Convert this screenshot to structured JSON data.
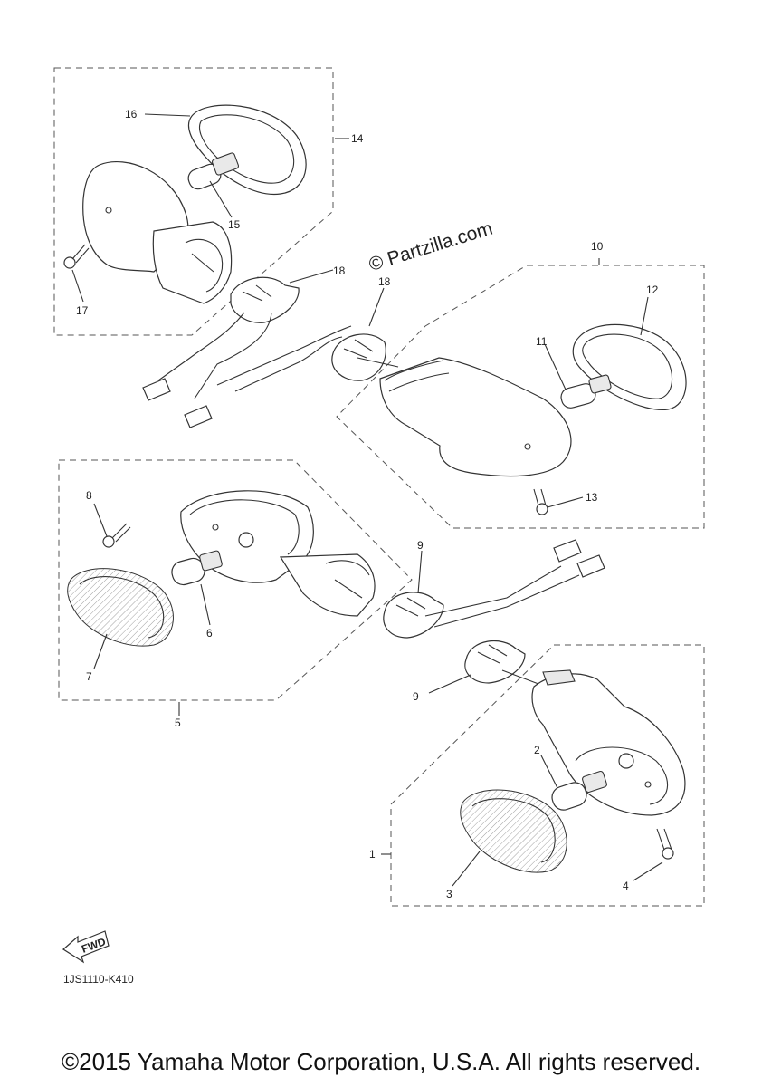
{
  "diagram": {
    "callouts": {
      "c1": "1",
      "c2": "2",
      "c3": "3",
      "c4": "4",
      "c5": "5",
      "c6": "6",
      "c7": "7",
      "c8": "8",
      "c9a": "9",
      "c9b": "9",
      "c10": "10",
      "c11": "11",
      "c12": "12",
      "c13": "13",
      "c14": "14",
      "c15": "15",
      "c16": "16",
      "c17": "17",
      "c18a": "18",
      "c18b": "18"
    },
    "watermark": "© Partzilla.com",
    "fwd_label": "FWD",
    "figure_code": "1JS1110-K410"
  },
  "footer": {
    "copyright": "©2015 Yamaha Motor Corporation, U.S.A. All rights reserved."
  }
}
